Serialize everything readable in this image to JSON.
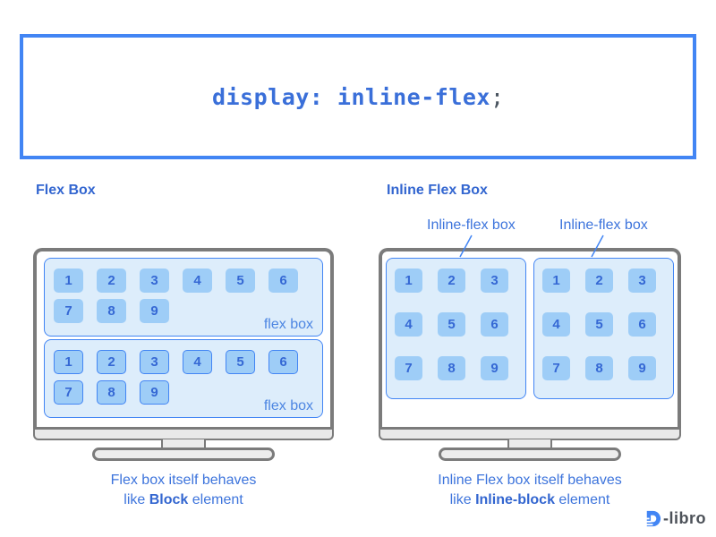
{
  "code_box": {
    "property": "display: inline-flex",
    "semicolon": ";"
  },
  "left_section": {
    "heading": "Flex Box",
    "containers": [
      {
        "label": "flex box",
        "items": [
          "1",
          "2",
          "3",
          "4",
          "5",
          "6",
          "7",
          "8",
          "9"
        ],
        "items_bordered": false
      },
      {
        "label": "flex box",
        "items": [
          "1",
          "2",
          "3",
          "4",
          "5",
          "6",
          "7",
          "8",
          "9"
        ],
        "items_bordered": true
      }
    ],
    "caption": {
      "line1": "Flex box itself behaves",
      "line2_prefix": "like ",
      "line2_bold": "Block",
      "line2_suffix": " element"
    }
  },
  "right_section": {
    "heading": "Inline Flex Box",
    "annotations": [
      "Inline-flex box",
      "Inline-flex box"
    ],
    "containers": [
      {
        "items": [
          "1",
          "2",
          "3",
          "4",
          "5",
          "6",
          "7",
          "8",
          "9"
        ]
      },
      {
        "items": [
          "1",
          "2",
          "3",
          "4",
          "5",
          "6",
          "7",
          "8",
          "9"
        ]
      }
    ],
    "caption": {
      "line1": "Inline Flex box itself behaves",
      "line2_prefix": "like ",
      "line2_bold": "Inline-block",
      "line2_suffix": " element"
    }
  },
  "logo": {
    "icon": "d-libro-icon",
    "text": "-libro"
  },
  "colors": {
    "accent_blue": "#4285f4",
    "heading_blue": "#3366d0",
    "caption_blue": "#3d74dc",
    "item_fill": "#9ecdf7",
    "container_fill": "#ddedfb",
    "monitor_gray": "#7b7b7b",
    "stand_fill": "#ececec",
    "code_text": "#3a6fd9",
    "code_semicolon": "#4a5560",
    "logo_text": "#4c5158"
  }
}
